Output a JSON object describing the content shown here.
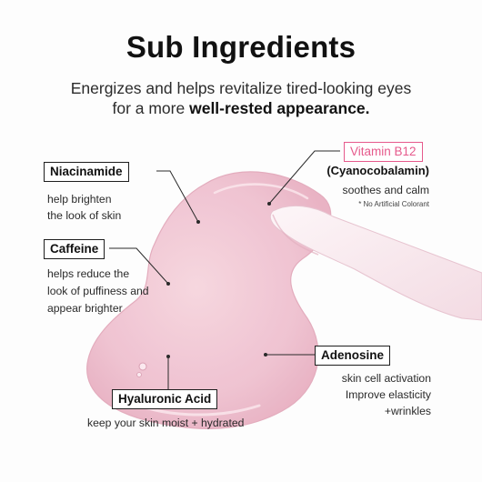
{
  "title": "Sub Ingredients",
  "subtitle_line1": "Energizes and helps revitalize tired-looking eyes",
  "subtitle_line2_prefix": "for a more ",
  "subtitle_line2_bold": "well-rested appearance.",
  "ingredients": {
    "niacinamide": {
      "name": "Niacinamide",
      "desc_line1": "help brighten",
      "desc_line2": "the look of skin"
    },
    "caffeine": {
      "name": "Caffeine",
      "desc_line1": "helps reduce the",
      "desc_line2": "look of puffiness and",
      "desc_line3": "appear brighter"
    },
    "hyaluronic_acid": {
      "name": "Hyaluronic Acid",
      "desc": "keep your skin moist + hydrated"
    },
    "vitamin_b12": {
      "name": "Vitamin B12",
      "alt_name": "(Cyanocobalamin)",
      "desc": "soothes and calm",
      "note": "* No Artificial Colorant"
    },
    "adenosine": {
      "name": "Adenosine",
      "desc_line1": "skin cell activation",
      "desc_line2": "Improve elasticity",
      "desc_line3": "+wrinkles"
    }
  },
  "colors": {
    "gel_pink": "#f2c6d3",
    "label_accent": "#e65a8c",
    "spatula": "#f7e6eb"
  }
}
